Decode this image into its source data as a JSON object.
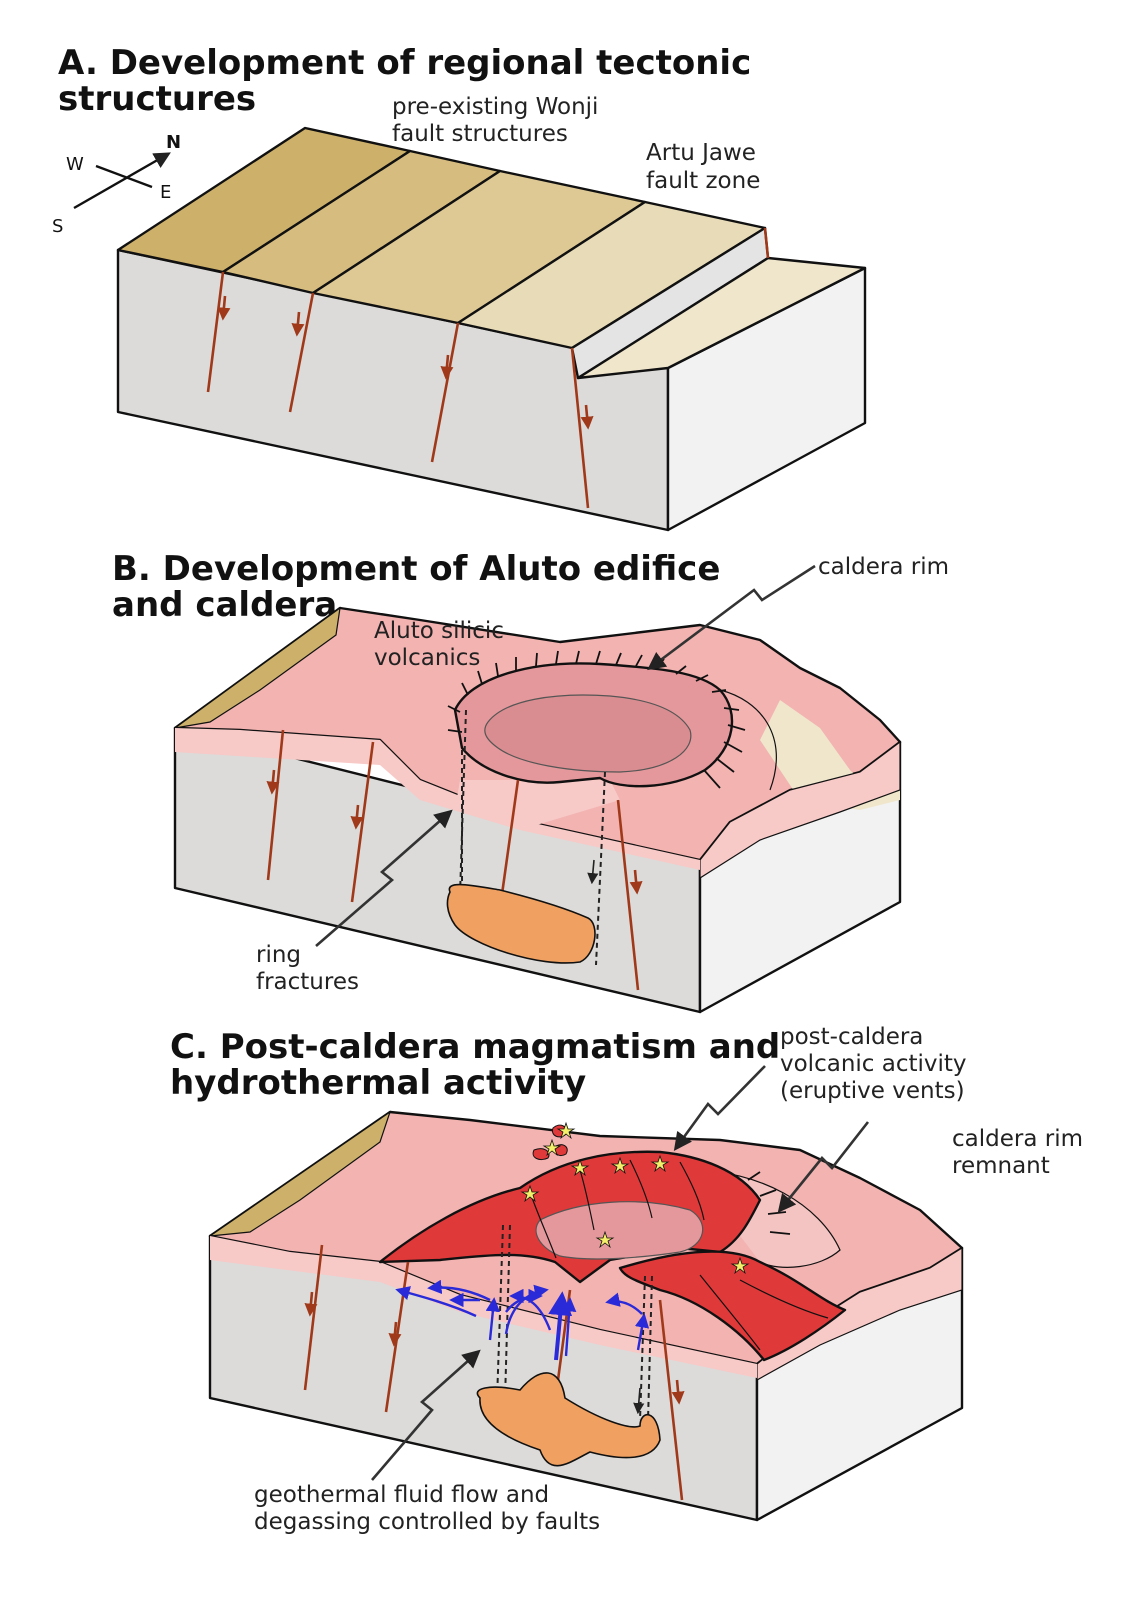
{
  "panels": {
    "a": {
      "title_line1": "A. Development of regional tectonic",
      "title_line2": "structures",
      "label_wonji_1": "pre-existing Wonji",
      "label_wonji_2": "fault structures",
      "label_artu_1": "Artu Jawe",
      "label_artu_2": "fault zone"
    },
    "b": {
      "title_line1": "B. Development of Aluto edifice",
      "title_line2": "and caldera",
      "label_rim": "caldera rim",
      "label_volcanics_1": "Aluto silicic",
      "label_volcanics_2": "volcanics",
      "label_ring_1": "ring",
      "label_ring_2": "fractures"
    },
    "c": {
      "title_line1": "C. Post-caldera magmatism and",
      "title_line2": "hydrothermal activity",
      "label_post_1": "post-caldera",
      "label_post_2": "volcanic activity",
      "label_post_3": "(eruptive vents)",
      "label_remnant_1": "caldera rim",
      "label_remnant_2": "remnant",
      "label_fluid_1": "geothermal fluid flow and",
      "label_fluid_2": "degassing controlled by faults"
    }
  },
  "compass": {
    "n": "N",
    "e": "E",
    "s": "S",
    "w": "W"
  },
  "colors": {
    "block_side": "#dcdbd9",
    "block_front": "#f2f2f2",
    "volcanic": "#f2b3b1",
    "volcanic_light": "#f7c9c7",
    "lava": "#e0393a",
    "magma": "#f0a060",
    "fault": "#a0391a",
    "fluid_arrow": "#2a2ad8",
    "tan_dark": "#cdb06a",
    "tan_light": "#efe6cc"
  }
}
